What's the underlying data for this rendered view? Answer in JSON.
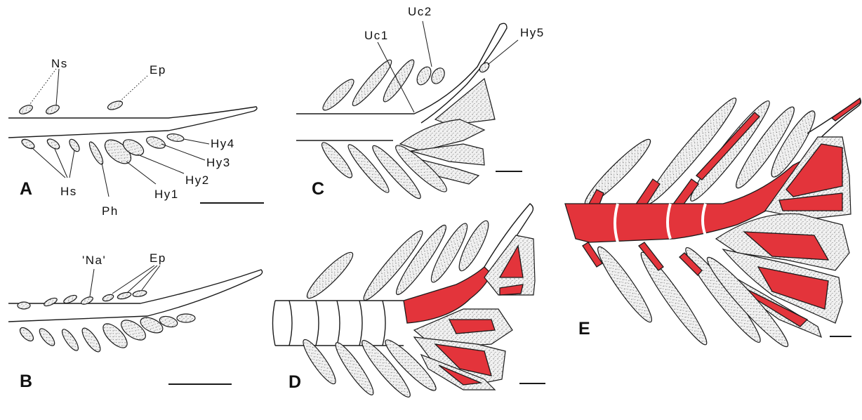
{
  "panels": {
    "A": {
      "letter": "A",
      "labels": {
        "ns": "Ns",
        "ep": "Ep",
        "hy4": "Hy4",
        "hy3": "Hy3",
        "hy2": "Hy2",
        "hy1": "Hy1",
        "ph": "Ph",
        "hs": "Hs"
      }
    },
    "B": {
      "letter": "B",
      "labels": {
        "na": "'Na'",
        "ep": "Ep"
      }
    },
    "C": {
      "letter": "C",
      "labels": {
        "uc1": "Uc1",
        "uc2": "Uc2",
        "hy5": "Hy5"
      }
    },
    "D": {
      "letter": "D"
    },
    "E": {
      "letter": "E"
    }
  },
  "colors": {
    "ossified": "#e3343b",
    "cartilage": "#ececec",
    "outline": "#1a1a1a"
  }
}
